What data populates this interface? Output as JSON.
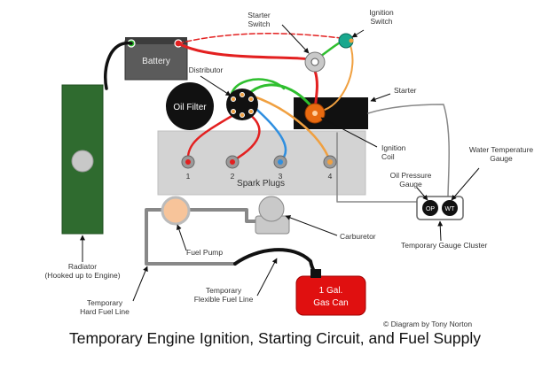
{
  "colors": {
    "engine_block": "#d3d3d3",
    "radiator": "#2f6b2f",
    "battery": "#5b5b5b",
    "gas_can": "#e01010",
    "ignition_switch": "#19a88e",
    "wire_red": "#e32020",
    "wire_green": "#2fbf2f",
    "wire_blue": "#2f8fe0",
    "wire_orange": "#f0a040",
    "wire_black": "#111111",
    "fuel_line": "#888888",
    "fuel_pump": "#f7c49a"
  },
  "labels": {
    "starter_switch": "Starter\nSwitch",
    "ignition_switch": "Ignition\nSwitch",
    "battery": "Battery",
    "distributor": "Distributor",
    "oil_filter": "Oil Filter",
    "starter": "Starter",
    "ignition_coil": "Ignition\nCoil",
    "oil_pressure_gauge": "Oil Pressure\nGauge",
    "water_temperature_gauge": "Water Temperature\nGauge",
    "spark_plugs": "Spark Plugs",
    "plug_numbers": [
      "1",
      "2",
      "3",
      "4"
    ],
    "fuel_pump": "Fuel Pump",
    "carburetor": "Carburetor",
    "temporary_gauge_cluster": "Temporary Gauge Cluster",
    "radiator": "Radiator\n(Hooked up to Engine)",
    "temporary_hard_fuel_line": "Temporary\nHard Fuel Line",
    "temporary_flexible_fuel_line": "Temporary\nFlexible Fuel Line",
    "gas_can": "1 Gal.\nGas Can",
    "op": "OP",
    "wt": "WT",
    "credit": "© Diagram by Tony Norton"
  },
  "caption": "Temporary Engine Ignition, Starting Circuit, and Fuel Supply"
}
